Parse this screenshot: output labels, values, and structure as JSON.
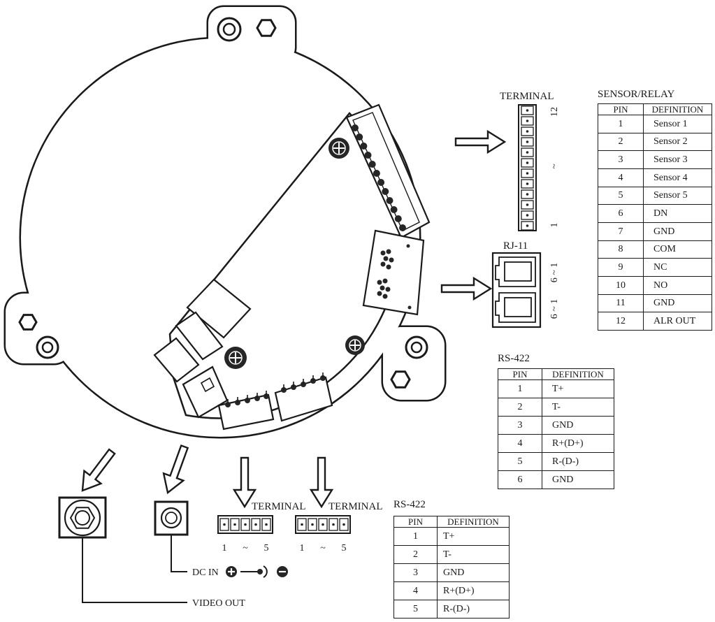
{
  "diagram": {
    "top_terminal": {
      "label": "TERMINAL",
      "pin_high": "12",
      "range_mark": "~",
      "pin_low": "1"
    },
    "rj11": {
      "label": "RJ-11",
      "jack_labels": [
        "6 ~ 1",
        "6 ~ 1"
      ]
    },
    "bottom_terminals": [
      {
        "label": "TERMINAL",
        "start": "1",
        "range_mark": "~",
        "end": "5"
      },
      {
        "label": "TERMINAL",
        "start": "1",
        "range_mark": "~",
        "end": "5"
      }
    ],
    "dc_in": {
      "label": "DC IN",
      "icons": [
        "polarity-plus-icon",
        "center-pin-icon",
        "polarity-minus-icon"
      ]
    },
    "video_out": {
      "label": "VIDEO OUT"
    }
  },
  "tables": {
    "sensor_relay": {
      "title": "SENSOR/RELAY",
      "headers": [
        "PIN",
        "DEFINITION"
      ],
      "rows": [
        [
          "1",
          "Sensor 1"
        ],
        [
          "2",
          "Sensor 2"
        ],
        [
          "3",
          "Sensor 3"
        ],
        [
          "4",
          "Sensor 4"
        ],
        [
          "5",
          "Sensor 5"
        ],
        [
          "6",
          "DN"
        ],
        [
          "7",
          "GND"
        ],
        [
          "8",
          "COM"
        ],
        [
          "9",
          "NC"
        ],
        [
          "10",
          "NO"
        ],
        [
          "11",
          "GND"
        ],
        [
          "12",
          "ALR OUT"
        ]
      ]
    },
    "rs422_side": {
      "title": "RS-422",
      "headers": [
        "PIN",
        "DEFINITION"
      ],
      "rows": [
        [
          "1",
          "T+"
        ],
        [
          "2",
          "T-"
        ],
        [
          "3",
          "GND"
        ],
        [
          "4",
          "R+(D+)"
        ],
        [
          "5",
          "R-(D-)"
        ],
        [
          "6",
          "GND"
        ]
      ]
    },
    "rs422_bottom": {
      "title": "RS-422",
      "headers": [
        "PIN",
        "DEFINITION"
      ],
      "rows": [
        [
          "1",
          "T+"
        ],
        [
          "2",
          "T-"
        ],
        [
          "3",
          "GND"
        ],
        [
          "4",
          "R+(D+)"
        ],
        [
          "5",
          "R-(D-)"
        ]
      ]
    }
  },
  "colors": {
    "ink": "#1a1a1a",
    "paper": "#ffffff"
  }
}
